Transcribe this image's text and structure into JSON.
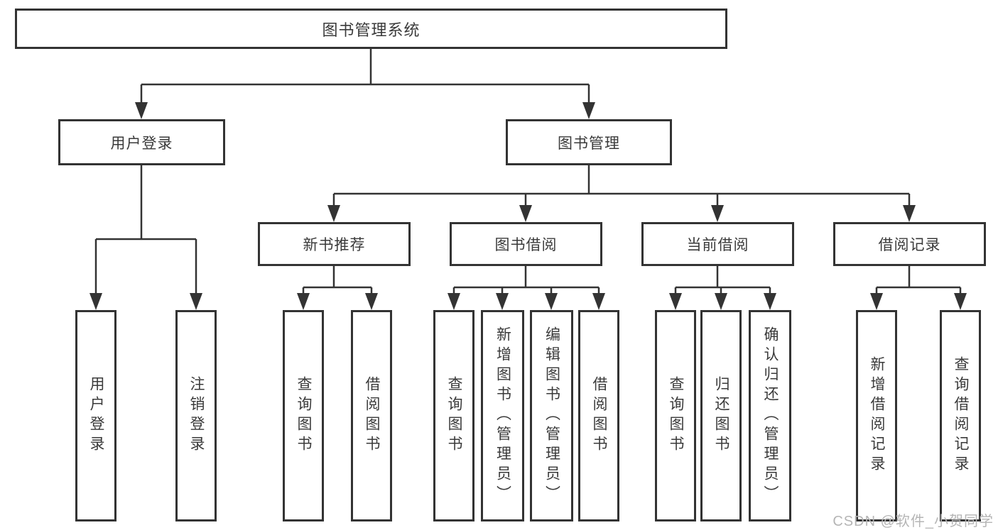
{
  "diagram": {
    "type": "hierarchy-tree",
    "root": {
      "label": "图书管理系统"
    },
    "branches": [
      {
        "label": "用户登录",
        "children": [
          {
            "label": "用户登录"
          },
          {
            "label": "注销登录"
          }
        ]
      },
      {
        "label": "图书管理",
        "children": [
          {
            "label": "新书推荐",
            "children": [
              {
                "label": "查询图书"
              },
              {
                "label": "借阅图书"
              }
            ]
          },
          {
            "label": "图书借阅",
            "children": [
              {
                "label": "查询图书"
              },
              {
                "label": "新增图书（管理员）"
              },
              {
                "label": "编辑图书（管理员）"
              },
              {
                "label": "借阅图书"
              }
            ]
          },
          {
            "label": "当前借阅",
            "children": [
              {
                "label": "查询图书"
              },
              {
                "label": "归还图书"
              },
              {
                "label": "确认归还（管理员）"
              }
            ]
          },
          {
            "label": "借阅记录",
            "children": [
              {
                "label": "新增借阅记录"
              },
              {
                "label": "查询借阅记录"
              }
            ]
          }
        ]
      }
    ]
  },
  "watermark": {
    "text": "CSDN @软件_小贺同学"
  },
  "colors": {
    "line": "#333333",
    "box_border": "#333333",
    "text": "#3a3a3a",
    "watermark": "#b5b5b5",
    "background": "#ffffff"
  }
}
